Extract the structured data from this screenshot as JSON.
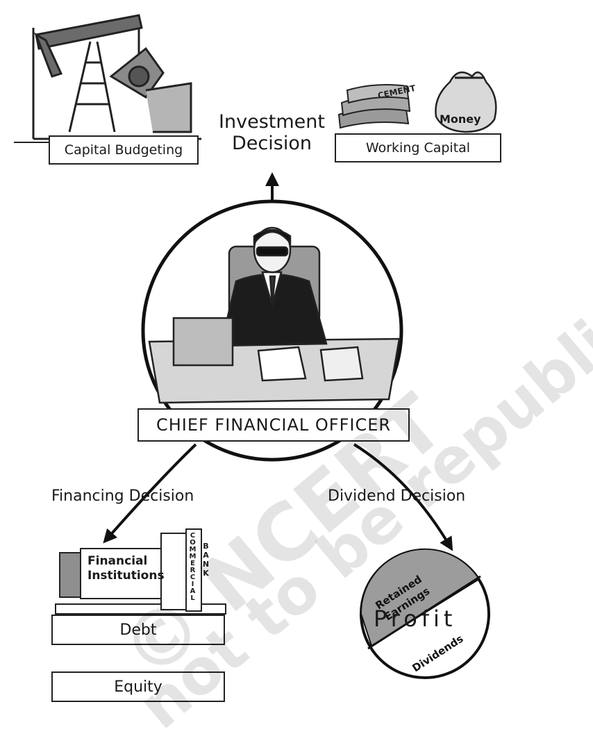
{
  "decisions": {
    "investment": {
      "line1": "Investment",
      "line2": "Decision"
    },
    "financing": "Financing Decision",
    "dividend": "Dividend Decision"
  },
  "investment_items": {
    "capital_budgeting": "Capital Budgeting",
    "working_capital": "Working Capital",
    "money_bag": "Money",
    "cement_bag": "CEMENT"
  },
  "center": {
    "title": "CHIEF FINANCIAL OFFICER"
  },
  "financing_items": {
    "financial_institutions": {
      "line1": "Financial",
      "line2": "Institutions"
    },
    "commercial_bank_vertical": "COMMERCIAL",
    "bank": "BANK",
    "debt": "Debt",
    "equity": "Equity"
  },
  "dividend_items": {
    "retained_earnings": {
      "line1": "Retained",
      "line2": "Earnings"
    },
    "profit": "Profit",
    "dividends": "Dividends"
  },
  "watermark": {
    "line1": "© NCERT",
    "line2": "not to be republished"
  }
}
